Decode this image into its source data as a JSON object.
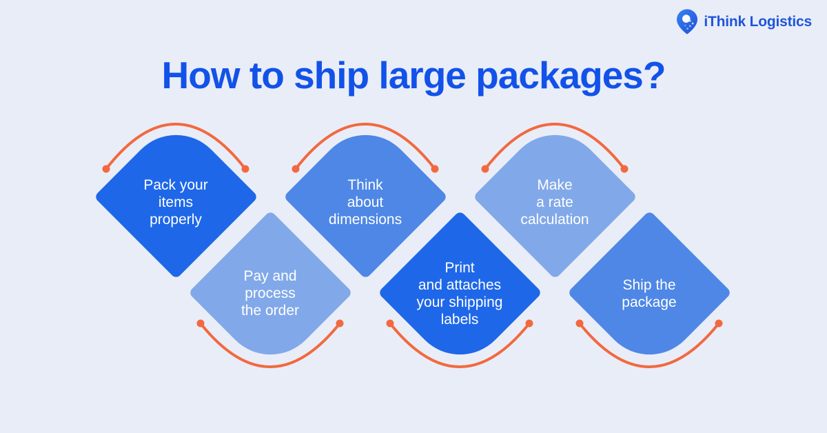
{
  "brand": {
    "name": "iThink Logistics",
    "text_color": "#1e55da",
    "pin_icon": "location-pin",
    "pin_color_top": "#3b82f3",
    "pin_color_bottom": "#1c50d8"
  },
  "title": {
    "text": "How to ship large packages?",
    "color": "#1252e9"
  },
  "colors": {
    "background": "#e9edf8",
    "connector": "#f2693f",
    "step_text": "#ffffff",
    "dark_blue": "#1e67e8",
    "medium_blue": "#4e87e6",
    "light_blue": "#81a8e9"
  },
  "steps": [
    {
      "id": "pack-items",
      "row": "top",
      "color": "#1e67e8",
      "lines": [
        "Pack your",
        "items",
        "properly"
      ]
    },
    {
      "id": "think-dimensions",
      "row": "top",
      "color": "#4e87e6",
      "lines": [
        "Think",
        "about",
        "dimensions"
      ]
    },
    {
      "id": "rate-calculation",
      "row": "top",
      "color": "#81a8e9",
      "lines": [
        "Make",
        "a rate",
        "calculation"
      ]
    },
    {
      "id": "pay-process",
      "row": "bottom",
      "color": "#81a8e9",
      "lines": [
        "Pay and",
        "process",
        "the order"
      ]
    },
    {
      "id": "print-labels",
      "row": "bottom",
      "color": "#1e67e8",
      "lines": [
        "Print",
        "and attaches",
        "your shipping",
        "labels"
      ]
    },
    {
      "id": "ship-package",
      "row": "bottom",
      "color": "#4e87e6",
      "lines": [
        "Ship the",
        "package"
      ]
    }
  ]
}
